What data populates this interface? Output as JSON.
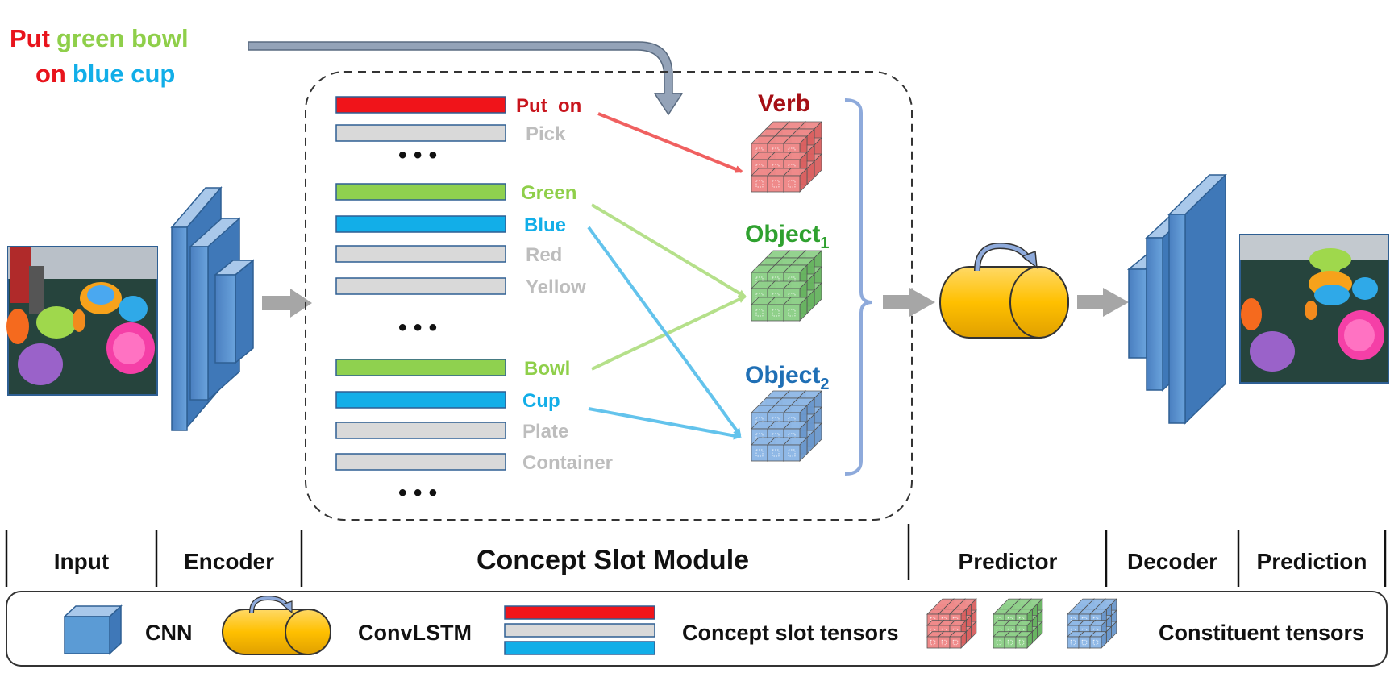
{
  "instruction": {
    "line1": [
      {
        "text": "Put",
        "color": "#e8141c"
      },
      {
        "text": "green bowl",
        "color": "#8fcf4a"
      }
    ],
    "line2": [
      {
        "text": "on",
        "color": "#e8141c"
      },
      {
        "text": "blue cup",
        "color": "#12aee8"
      }
    ]
  },
  "slots": [
    {
      "label": "Put_on",
      "fill": "#f0141a",
      "text_color": "#c8141c",
      "active": true
    },
    {
      "label": "Pick",
      "fill": "#d9d9d9",
      "text_color": "#bdbdbd",
      "active": false
    },
    {
      "label": "Green",
      "fill": "#8fd14f",
      "text_color": "#8fcf4a",
      "active": true
    },
    {
      "label": "Blue",
      "fill": "#12aee8",
      "text_color": "#12aee8",
      "active": true
    },
    {
      "label": "Red",
      "fill": "#d9d9d9",
      "text_color": "#bdbdbd",
      "active": false
    },
    {
      "label": "Yellow",
      "fill": "#d9d9d9",
      "text_color": "#bdbdbd",
      "active": false
    },
    {
      "label": "Bowl",
      "fill": "#8fd14f",
      "text_color": "#8fcf4a",
      "active": true
    },
    {
      "label": "Cup",
      "fill": "#12aee8",
      "text_color": "#12aee8",
      "active": true
    },
    {
      "label": "Plate",
      "fill": "#d9d9d9",
      "text_color": "#bdbdbd",
      "active": false
    },
    {
      "label": "Container",
      "fill": "#d9d9d9",
      "text_color": "#bdbdbd",
      "active": false
    }
  ],
  "ellipsis": "• • •",
  "constituents": [
    {
      "label": "Verb",
      "sub": "",
      "color": "#a50f15",
      "cube_face": "#ef8a8a",
      "cube_side": "#d95f5f"
    },
    {
      "label": "Object",
      "sub": "1",
      "color": "#2fa12f",
      "cube_face": "#8fd08a",
      "cube_side": "#66b35f"
    },
    {
      "label": "Object",
      "sub": "2",
      "color": "#1f6fb5",
      "cube_face": "#8fb8e6",
      "cube_side": "#6a97cc"
    }
  ],
  "connections": [
    {
      "from": "Put_on",
      "to": "Verb",
      "color": "#f06060"
    },
    {
      "from": "Green",
      "to": "Object1",
      "color": "#b5e08a"
    },
    {
      "from": "Bowl",
      "to": "Object1",
      "color": "#b5e08a"
    },
    {
      "from": "Blue",
      "to": "Object2",
      "color": "#63c3ec"
    },
    {
      "from": "Cup",
      "to": "Object2",
      "color": "#63c3ec"
    }
  ],
  "stages": [
    "Input",
    "Encoder",
    "Concept Slot Module",
    "Predictor",
    "Decoder",
    "Prediction"
  ],
  "legend": {
    "cnn": "CNN",
    "convlstm": "ConvLSTM",
    "concept_slot_tensors": "Concept slot tensors",
    "constituent_tensors": "Constituent tensors"
  },
  "colors": {
    "network_blue": "#5b9bd5",
    "network_blue_dark": "#2e5f93",
    "convlstm_yellow": "#ffc000",
    "arrow_gray": "#a6a6a6",
    "bracket": "#8eaadb"
  }
}
